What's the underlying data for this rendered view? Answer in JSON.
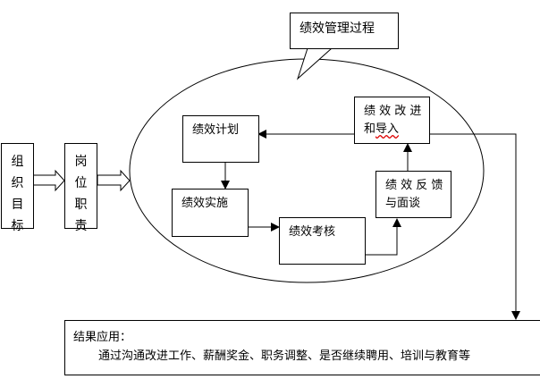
{
  "diagram": {
    "title": "绩效管理过程",
    "inputs": [
      {
        "id": "org-goal",
        "chars": [
          "组",
          "织",
          "目",
          "标"
        ]
      },
      {
        "id": "job-duty",
        "chars": [
          "岗",
          "位",
          "职",
          "责"
        ]
      }
    ],
    "cycle": {
      "plan": "绩效计划",
      "implement": "绩效实施",
      "assess": "绩效考核",
      "feedback_line1": "绩 效 反 馈",
      "feedback_line2": "与面谈",
      "improve_line1": "绩 效 改 进",
      "improve_line2a": "和",
      "improve_line2b": "导入"
    },
    "result": {
      "heading": "结果应用：",
      "body": "通过沟通改进工作、薪酬奖金、职务调整、是否继续聘用、培训与教育等"
    }
  }
}
